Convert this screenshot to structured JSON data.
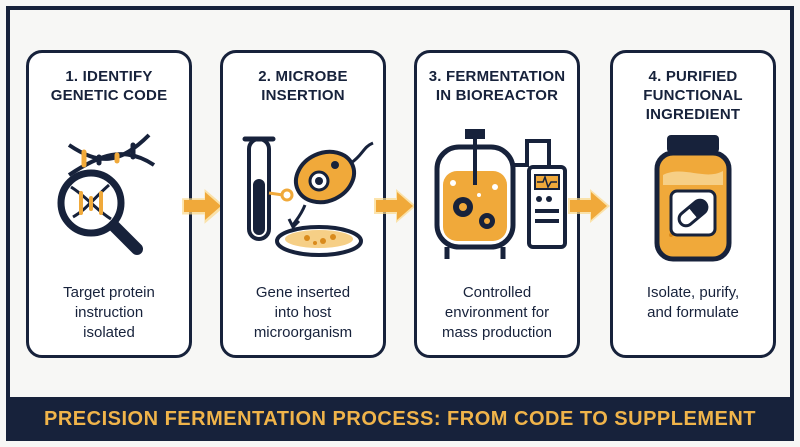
{
  "steps": [
    {
      "title_line1": "1. IDENTIFY",
      "title_line2": "GENETIC CODE",
      "title_line3": "",
      "desc_line1": "Target protein",
      "desc_line2": "instruction",
      "desc_line3": "isolated",
      "icon": "dna-magnifier-icon"
    },
    {
      "title_line1": "2. MICROBE",
      "title_line2": "INSERTION",
      "title_line3": "",
      "desc_line1": "Gene inserted",
      "desc_line2": "into host",
      "desc_line3": "microorganism",
      "icon": "test-tube-microbe-icon"
    },
    {
      "title_line1": "3. FERMENTATION",
      "title_line2": "IN BIOREACTOR",
      "title_line3": "",
      "desc_line1": "Controlled",
      "desc_line2": "environment for",
      "desc_line3": "mass production",
      "icon": "bioreactor-icon"
    },
    {
      "title_line1": "4. PURIFIED",
      "title_line2": "FUNCTIONAL",
      "title_line3": "INGREDIENT",
      "desc_line1": "Isolate, purify,",
      "desc_line2": "and formulate",
      "desc_line3": "",
      "icon": "supplement-jar-icon"
    }
  ],
  "banner": {
    "text": "PRECISION FERMENTATION PROCESS: FROM CODE TO SUPPLEMENT"
  },
  "colors": {
    "navy": "#17223b",
    "amber": "#f0a93a",
    "amber_dark": "#d98a1c",
    "glow": "#fbd98a",
    "background": "#f7f7f5"
  }
}
